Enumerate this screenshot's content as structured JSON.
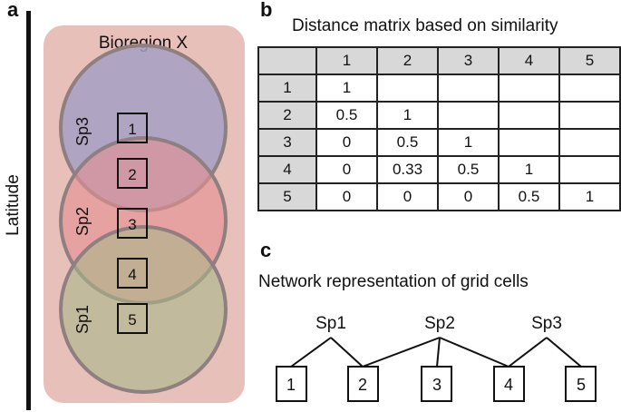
{
  "panel_a": {
    "letter": "a",
    "y_axis_label": "Latitude",
    "region_label": "Bioregion X",
    "colors": {
      "region": "#e8c0ba",
      "sp1": "#a9b58b",
      "sp2": "#e58f92",
      "sp3": "#a4a0c4"
    },
    "species": [
      {
        "label": "Sp3"
      },
      {
        "label": "Sp2"
      },
      {
        "label": "Sp1"
      }
    ],
    "cells": [
      "1",
      "2",
      "3",
      "4",
      "5"
    ]
  },
  "panel_b": {
    "letter": "b",
    "title": "Distance matrix based on similarity",
    "col_headers": [
      "1",
      "2",
      "3",
      "4",
      "5"
    ],
    "rows": [
      {
        "header": "1",
        "values": [
          "1",
          "",
          "",
          "",
          ""
        ]
      },
      {
        "header": "2",
        "values": [
          "0.5",
          "1",
          "",
          "",
          ""
        ]
      },
      {
        "header": "3",
        "values": [
          "0",
          "0.5",
          "1",
          "",
          ""
        ]
      },
      {
        "header": "4",
        "values": [
          "0",
          "0.33",
          "0.5",
          "1",
          ""
        ]
      },
      {
        "header": "5",
        "values": [
          "0",
          "0",
          "0",
          "0.5",
          "1"
        ]
      }
    ]
  },
  "panel_c": {
    "letter": "c",
    "title": "Network representation of grid cells",
    "species_nodes": [
      "Sp1",
      "Sp2",
      "Sp3"
    ],
    "cell_nodes": [
      "1",
      "2",
      "3",
      "4",
      "5"
    ]
  }
}
